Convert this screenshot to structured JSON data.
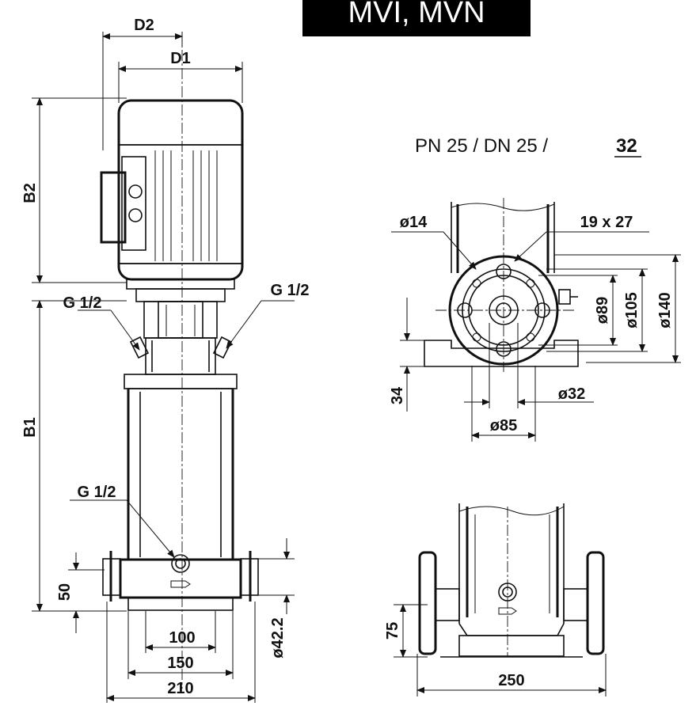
{
  "title_badge": "MVI, MVN",
  "flange_spec": {
    "prefix": "PN 25 / DN 25 / ",
    "underlined": "32"
  },
  "front_view": {
    "d2": "D2",
    "d1": "D1",
    "b2": "B2",
    "b1": "B1",
    "g_left_top": "G 1/2",
    "g_right_top": "G 1/2",
    "g_bottom": "G 1/2",
    "dim_50": "50",
    "dim_100": "100",
    "dim_150": "150",
    "dim_210": "210",
    "dim_phi42_2": "ø42.2"
  },
  "flange_view": {
    "phi14": "ø14",
    "slot": "19 x 27",
    "phi89": "ø89",
    "phi105": "ø105",
    "phi140": "ø140",
    "dim_34": "34",
    "phi32": "ø32",
    "phi85": "ø85"
  },
  "side_view": {
    "dim_75": "75",
    "dim_250": "250"
  }
}
